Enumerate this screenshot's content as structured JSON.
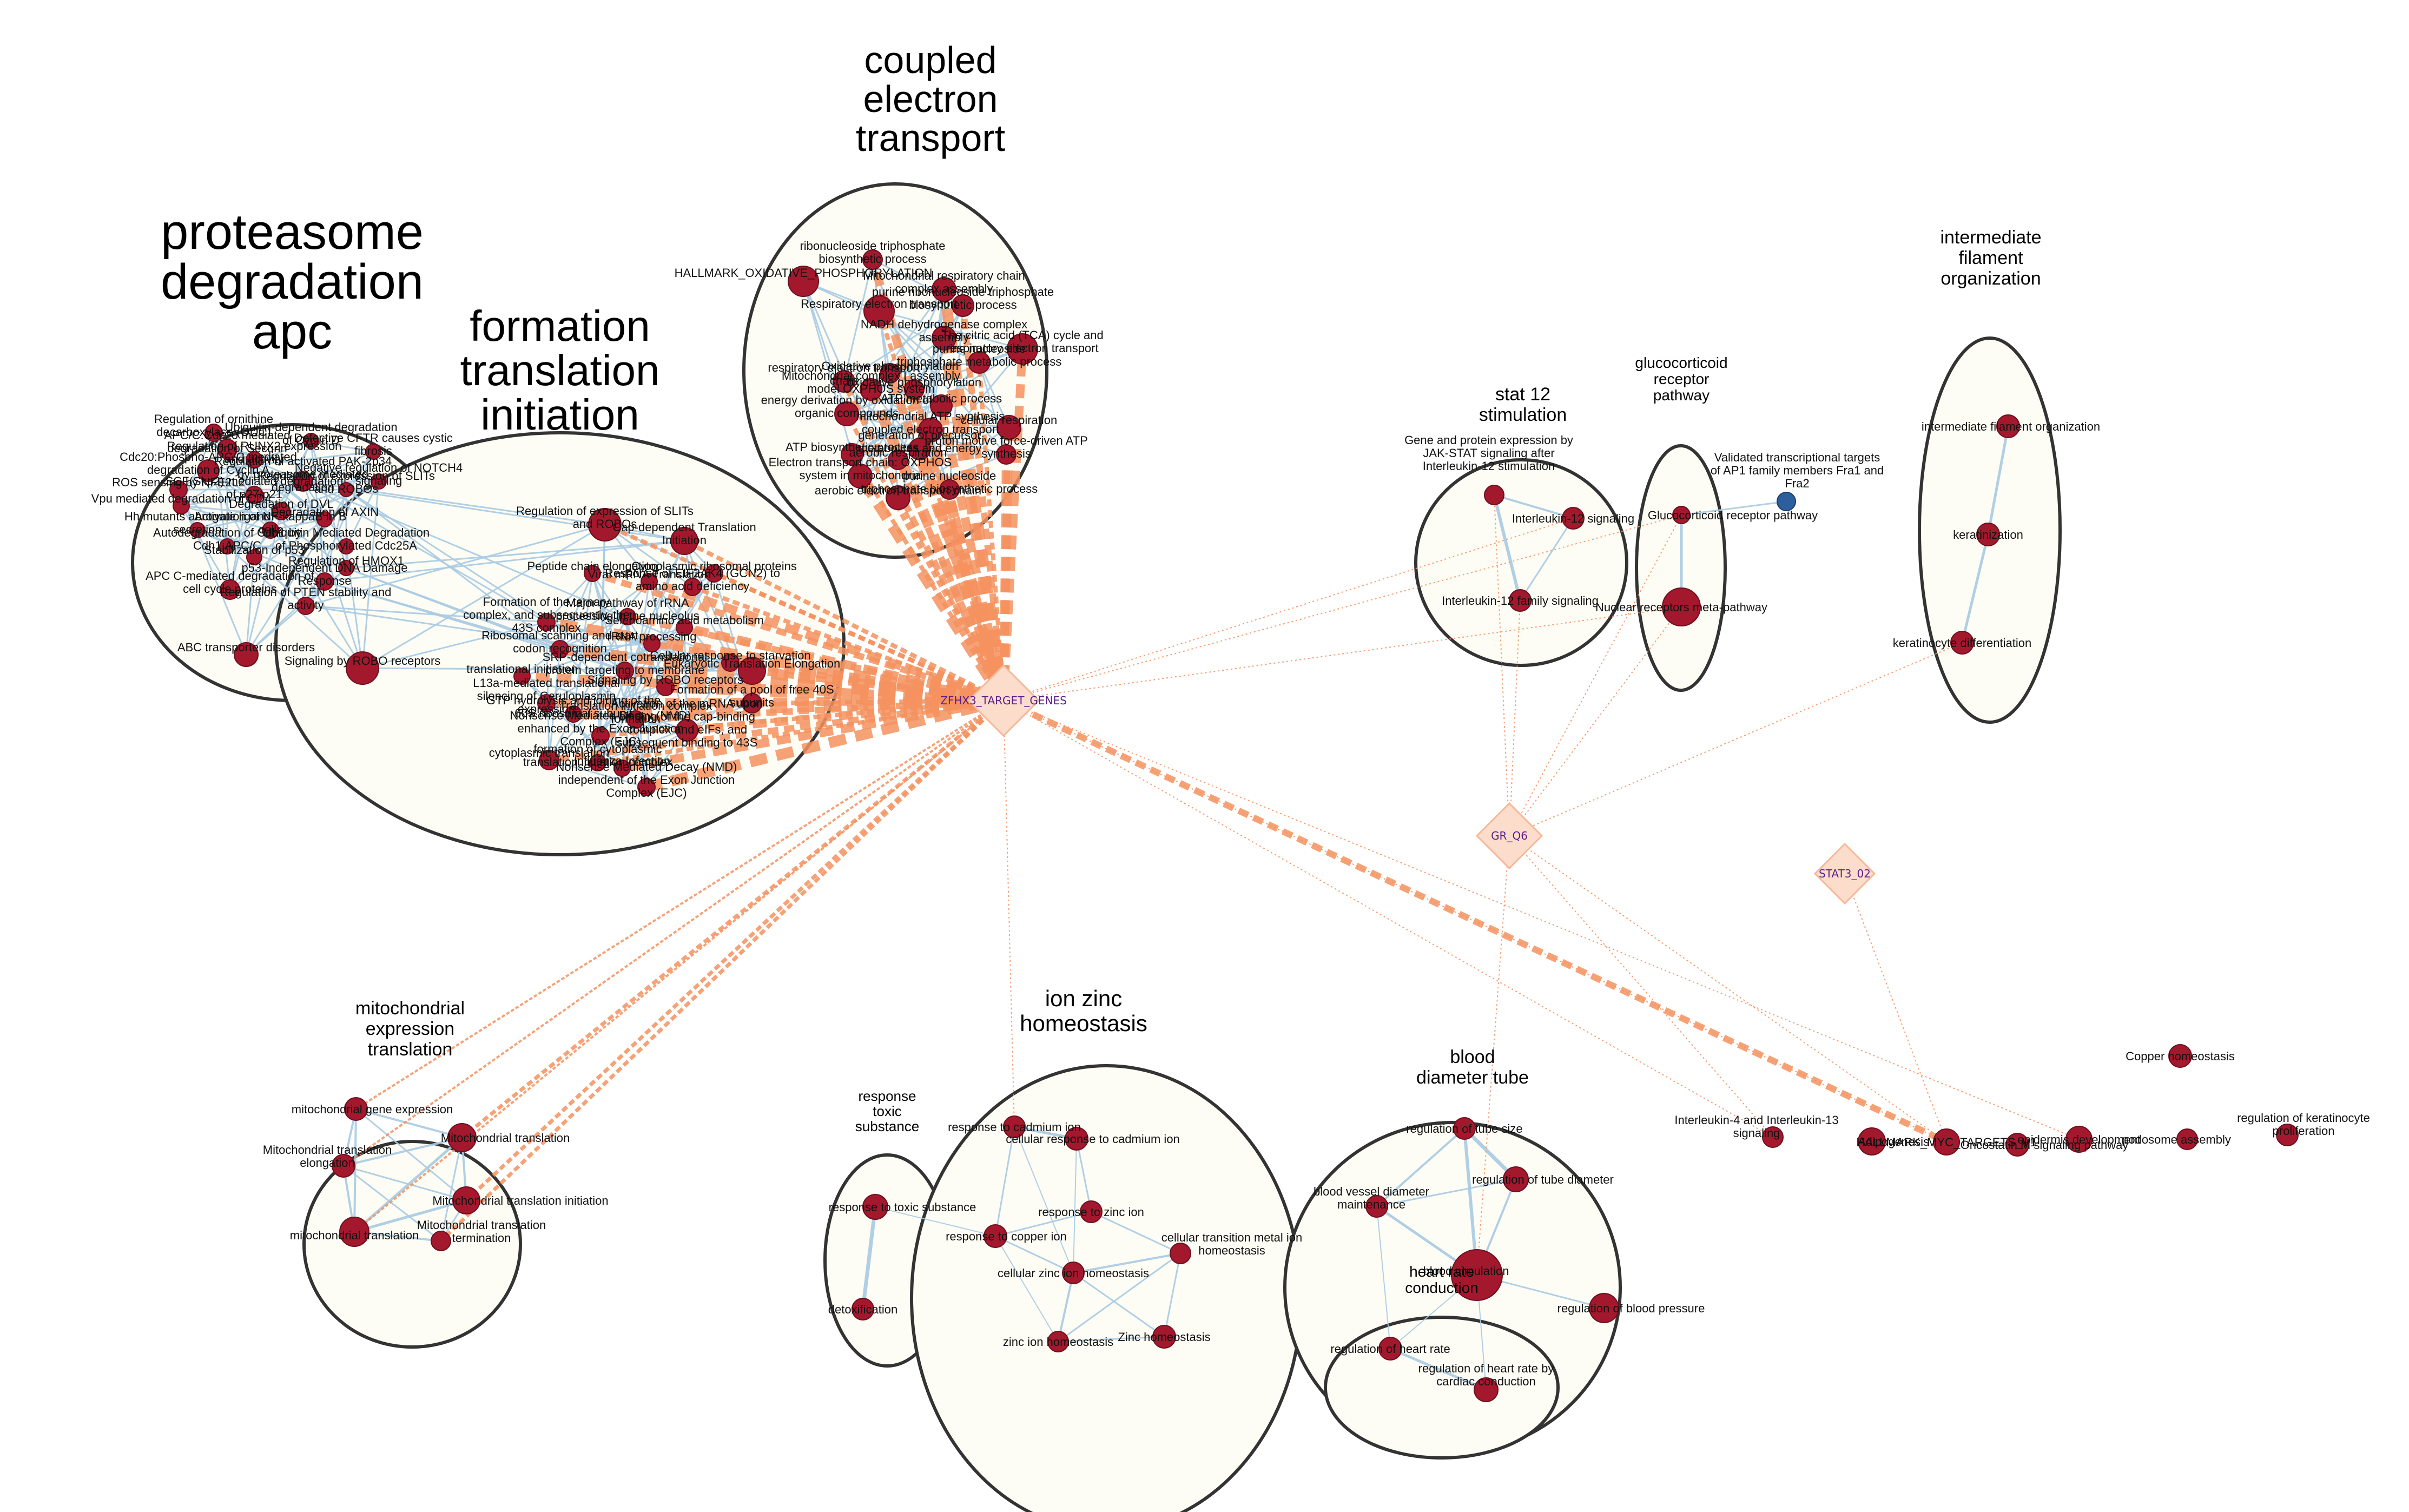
{
  "colors": {
    "term_node": "#a3182d",
    "term_node_alt": "#2d5f9e",
    "tf_node": "#fcdccb",
    "tf_edge": "#f4925f",
    "gene_edge": "#a9cbe3",
    "tf_label": "#5a1f8c"
  },
  "clusters": [
    {
      "id": "proteasome",
      "title_lines": [
        "proteasome",
        "degradation",
        "apc"
      ],
      "size": "xl"
    },
    {
      "id": "translation",
      "title_lines": [
        "formation",
        "translation",
        "initiation"
      ],
      "size": "large"
    },
    {
      "id": "electron",
      "title_lines": [
        "coupled",
        "electron",
        "transport"
      ],
      "size": "large"
    },
    {
      "id": "stat12",
      "title_lines": [
        "stat 12",
        "stimulation"
      ],
      "size": "medium"
    },
    {
      "id": "glucocorticoid",
      "title_lines": [
        "glucocorticoid",
        "receptor",
        "pathway"
      ],
      "size": "small"
    },
    {
      "id": "filament",
      "title_lines": [
        "intermediate",
        "filament",
        "organization"
      ],
      "size": "medium"
    },
    {
      "id": "mito",
      "title_lines": [
        "mitochondrial",
        "expression",
        "translation"
      ],
      "size": "medium"
    },
    {
      "id": "toxic",
      "title_lines": [
        "response",
        "toxic",
        "substance"
      ],
      "size": "small"
    },
    {
      "id": "zinc",
      "title_lines": [
        "ion zinc",
        "homeostasis"
      ],
      "size": "large"
    },
    {
      "id": "blood",
      "title_lines": [
        "blood",
        "diameter tube"
      ],
      "size": "medium"
    },
    {
      "id": "heart",
      "title_lines": [
        "heart rate",
        "conduction"
      ],
      "size": "small"
    }
  ],
  "transcription_factors": [
    {
      "id": "zfhx3",
      "label": "ZFHX3_TARGET_GENES"
    },
    {
      "id": "grq6",
      "label": "GR_Q6"
    },
    {
      "id": "stat3",
      "label": "STAT3_02"
    }
  ],
  "nodes": [
    {
      "id": "p1",
      "cluster": "proteasome",
      "lines": [
        "Regulation of ornithine",
        "decarboxylase (ODC)"
      ]
    },
    {
      "id": "p2",
      "cluster": "proteasome",
      "lines": [
        "Ubiquitin-dependent degradation",
        "of Cyclin D"
      ]
    },
    {
      "id": "p3",
      "cluster": "proteasome",
      "lines": [
        "APC/C:Cdc20 mediated",
        "degradation of Securin"
      ]
    },
    {
      "id": "p4",
      "cluster": "proteasome",
      "lines": [
        "Defective CFTR causes cystic",
        "fibrosis"
      ]
    },
    {
      "id": "p5",
      "cluster": "proteasome",
      "lines": [
        "Regulation of RUNX2 expression",
        "and activity"
      ]
    },
    {
      "id": "p6",
      "cluster": "proteasome",
      "lines": [
        "Cdc20:Phospho-APC/C mediated",
        "degradation of Cyclin A"
      ]
    },
    {
      "id": "p7",
      "cluster": "proteasome",
      "lines": [
        "Negative regulation of NOTCH4",
        "signaling"
      ]
    },
    {
      "id": "p8",
      "cluster": "proteasome",
      "lines": [
        "ROS sensing by NFE2L2"
      ]
    },
    {
      "id": "p9",
      "cluster": "proteasome",
      "lines": [
        "Vpu mediated degradation of CD4"
      ]
    },
    {
      "id": "p10",
      "cluster": "proteasome",
      "lines": [
        "Hh mutants abrogate ligand",
        "secretion"
      ]
    },
    {
      "id": "p11",
      "cluster": "proteasome",
      "lines": [
        "Autodegradation of Cdh1 by",
        "Cdh1:APC/C"
      ]
    },
    {
      "id": "p12",
      "cluster": "proteasome",
      "lines": [
        "Stabilization of p53"
      ]
    },
    {
      "id": "p13",
      "cluster": "proteasome",
      "lines": [
        "APC C-mediated degradation of",
        "cell cycle proteins"
      ]
    },
    {
      "id": "p14",
      "cluster": "proteasome",
      "lines": [
        "ABC transporter disorders"
      ]
    },
    {
      "id": "p15",
      "cluster": "proteasome",
      "lines": [
        "Regulation of activated PAK-2p34",
        "by proteasome mediated",
        "degradation"
      ]
    },
    {
      "id": "p16",
      "cluster": "proteasome",
      "lines": [
        "Degradation of DVL"
      ]
    },
    {
      "id": "p17",
      "cluster": "proteasome",
      "lines": [
        "Degradation of AXIN"
      ]
    },
    {
      "id": "p18",
      "cluster": "proteasome",
      "lines": [
        "Regulation of PTEN stability and",
        "activity"
      ]
    },
    {
      "id": "p19",
      "cluster": "proteasome",
      "lines": [
        "Ubiquitin Mediated Degradation",
        "of Phosphorylated Cdc25A"
      ]
    },
    {
      "id": "p20",
      "cluster": "proteasome",
      "lines": [
        "p53-Independent DNA Damage",
        "Response"
      ]
    },
    {
      "id": "p21",
      "cluster": "proteasome",
      "lines": [
        "Activation of NF-kappaB in B",
        "cells"
      ]
    },
    {
      "id": "p22",
      "cluster": "proteasome",
      "lines": [
        "Regulation of expression of SLITs",
        "and ROBOs"
      ]
    },
    {
      "id": "p23",
      "cluster": "proteasome",
      "lines": [
        "Signaling by ROBO receptors"
      ]
    },
    {
      "id": "p24",
      "cluster": "proteasome",
      "lines": [
        "Regulation of HMOX1"
      ]
    },
    {
      "id": "p25",
      "cluster": "proteasome",
      "lines": [
        "SCF(Skp2)-mediated degradation",
        "of p27/p21"
      ]
    },
    {
      "id": "t1",
      "cluster": "translation",
      "lines": [
        "Cap-dependent Translation",
        "Initiation"
      ]
    },
    {
      "id": "t2",
      "cluster": "translation",
      "lines": [
        "Peptide chain elongation"
      ]
    },
    {
      "id": "t3",
      "cluster": "translation",
      "lines": [
        "Viral mRNA Translation"
      ]
    },
    {
      "id": "t4",
      "cluster": "translation",
      "lines": [
        "Formation of the ternary",
        "complex, and subsequently, the",
        "43S complex"
      ]
    },
    {
      "id": "t5",
      "cluster": "translation",
      "lines": [
        "Response of EIF2AK4 (GCN2) to",
        "amino acid deficiency"
      ]
    },
    {
      "id": "t6",
      "cluster": "translation",
      "lines": [
        "Major pathway of rRNA",
        "processing in the nucleolus"
      ]
    },
    {
      "id": "t7",
      "cluster": "translation",
      "lines": [
        "Selenoamino acid metabolism"
      ]
    },
    {
      "id": "t8",
      "cluster": "translation",
      "lines": [
        "Ribosomal scanning and start",
        "codon recognition"
      ]
    },
    {
      "id": "t9",
      "cluster": "translation",
      "lines": [
        "Regulation of expression of SLITs",
        "and ROBOs"
      ]
    },
    {
      "id": "t10",
      "cluster": "translation",
      "lines": [
        "Eukaryotic Translation Elongation"
      ]
    },
    {
      "id": "t11",
      "cluster": "translation",
      "lines": [
        "L13a-mediated translational",
        "silencing of Ceruloplasmin",
        "expression"
      ]
    },
    {
      "id": "t12",
      "cluster": "translation",
      "lines": [
        "GTP hydrolysis and joining of the",
        "60S ribosomal subunit"
      ]
    },
    {
      "id": "t13",
      "cluster": "translation",
      "lines": [
        "Nonsense Mediated Decay (NMD)",
        "enhanced by the Exon Junction",
        "Complex (EJC)"
      ]
    },
    {
      "id": "t14",
      "cluster": "translation",
      "lines": [
        "cytoplasmic translation"
      ]
    },
    {
      "id": "t15",
      "cluster": "translation",
      "lines": [
        "Influenza Infection"
      ]
    },
    {
      "id": "t16",
      "cluster": "translation",
      "lines": [
        "Nonsense Mediated Decay (NMD)",
        "independent of the Exon Junction",
        "Complex (EJC)"
      ]
    },
    {
      "id": "t17",
      "cluster": "translation",
      "lines": [
        "formation of cytoplasmic",
        "translation initiation complex"
      ]
    },
    {
      "id": "t18",
      "cluster": "translation",
      "lines": [
        "Translation initiation complex",
        "formation"
      ]
    },
    {
      "id": "t19",
      "cluster": "translation",
      "lines": [
        "Activation of the mRNA upon",
        "binding of the cap-binding",
        "complex and eIFs, and",
        "subsequent binding to 43S"
      ]
    },
    {
      "id": "t20",
      "cluster": "translation",
      "lines": [
        "SRP-dependent cotranslational",
        "protein targeting to membrane"
      ]
    },
    {
      "id": "t21",
      "cluster": "translation",
      "lines": [
        "Formation of a pool of free 40S",
        "subunits"
      ]
    },
    {
      "id": "t22",
      "cluster": "translation",
      "lines": [
        "Cellular response to starvation"
      ]
    },
    {
      "id": "t23",
      "cluster": "translation",
      "lines": [
        "translational initiation"
      ]
    },
    {
      "id": "t24",
      "cluster": "translation",
      "lines": [
        "Signaling by ROBO receptors"
      ]
    },
    {
      "id": "t25",
      "cluster": "translation",
      "lines": [
        "Cytoplasmic ribosomal proteins"
      ]
    },
    {
      "id": "t26",
      "cluster": "translation",
      "lines": [
        "rRNA processing"
      ]
    },
    {
      "id": "e1",
      "cluster": "electron",
      "lines": [
        "ribonucleoside triphosphate",
        "biosynthetic process"
      ]
    },
    {
      "id": "e2",
      "cluster": "electron",
      "lines": [
        "HALLMARK_OXIDATIVE_PHOSPHORYLATION"
      ]
    },
    {
      "id": "e3",
      "cluster": "electron",
      "lines": [
        "Mitochondrial respiratory chain",
        "complex assembly"
      ]
    },
    {
      "id": "e4",
      "cluster": "electron",
      "lines": [
        "Respiratory electron transport"
      ]
    },
    {
      "id": "e5",
      "cluster": "electron",
      "lines": [
        "purine ribonucleoside triphosphate",
        "biosynthetic process"
      ]
    },
    {
      "id": "e6",
      "cluster": "electron",
      "lines": [
        "The citric acid (TCA) cycle and",
        "respiratory electron transport"
      ]
    },
    {
      "id": "e7",
      "cluster": "electron",
      "lines": [
        "NADH dehydrogenase complex",
        "assembly"
      ]
    },
    {
      "id": "e8",
      "cluster": "electron",
      "lines": [
        "purine nucleoside",
        "triphosphate metabolic process"
      ]
    },
    {
      "id": "e9",
      "cluster": "electron",
      "lines": [
        "respiratory electron transport",
        "chain"
      ]
    },
    {
      "id": "e10",
      "cluster": "electron",
      "lines": [
        "Oxidative phosphorylation"
      ]
    },
    {
      "id": "e11",
      "cluster": "electron",
      "lines": [
        "Mitochondrial complex I assembly",
        "model OXPHOS system"
      ]
    },
    {
      "id": "e12",
      "cluster": "electron",
      "lines": [
        "energy derivation by oxidation of",
        "organic compounds"
      ]
    },
    {
      "id": "e13",
      "cluster": "electron",
      "lines": [
        "oxidative phosphorylation"
      ]
    },
    {
      "id": "e14",
      "cluster": "electron",
      "lines": [
        "ATP metabolic process"
      ]
    },
    {
      "id": "e15",
      "cluster": "electron",
      "lines": [
        "mitochondrial ATP synthesis",
        "coupled electron transport"
      ]
    },
    {
      "id": "e16",
      "cluster": "electron",
      "lines": [
        "ATP biosynthetic process"
      ]
    },
    {
      "id": "e17",
      "cluster": "electron",
      "lines": [
        "aerobic respiration"
      ]
    },
    {
      "id": "e18",
      "cluster": "electron",
      "lines": [
        "proton motive force-driven ATP",
        "synthesis"
      ]
    },
    {
      "id": "e19",
      "cluster": "electron",
      "lines": [
        "Electron transport chain: OXPHOS",
        "system in mitochondria"
      ]
    },
    {
      "id": "e20",
      "cluster": "electron",
      "lines": [
        "aerobic electron transport chain"
      ]
    },
    {
      "id": "e21",
      "cluster": "electron",
      "lines": [
        "purine nucleoside",
        "triphosphate biosynthetic process"
      ]
    },
    {
      "id": "e22",
      "cluster": "electron",
      "lines": [
        "cellular respiration"
      ]
    },
    {
      "id": "e23",
      "cluster": "electron",
      "lines": [
        "generation of precursor",
        "metabolites and energy"
      ]
    },
    {
      "id": "s1",
      "cluster": "stat12",
      "lines": [
        "Gene and protein expression by",
        "JAK-STAT signaling after",
        "Interleukin-12 stimulation"
      ]
    },
    {
      "id": "s2",
      "cluster": "stat12",
      "lines": [
        "Interleukin-12 signaling"
      ]
    },
    {
      "id": "s3",
      "cluster": "stat12",
      "lines": [
        "Interleukin-12 family signaling"
      ]
    },
    {
      "id": "g1",
      "cluster": "glucocorticoid",
      "lines": [
        "Glucocorticoid receptor pathway"
      ]
    },
    {
      "id": "g2",
      "cluster": "glucocorticoid",
      "lines": [
        "Nuclear receptors meta-pathway"
      ]
    },
    {
      "id": "g3",
      "cluster": "glucocorticoid",
      "lines": [
        "Validated transcriptional targets",
        "of AP1 family members Fra1 and",
        "Fra2"
      ],
      "color": "alt"
    },
    {
      "id": "f1",
      "cluster": "filament",
      "lines": [
        "intermediate filament organization"
      ]
    },
    {
      "id": "f2",
      "cluster": "filament",
      "lines": [
        "keratinization"
      ]
    },
    {
      "id": "f3",
      "cluster": "filament",
      "lines": [
        "keratinocyte differentiation"
      ]
    },
    {
      "id": "m1",
      "cluster": "mito",
      "lines": [
        "mitochondrial gene expression"
      ]
    },
    {
      "id": "m2",
      "cluster": "mito",
      "lines": [
        "Mitochondrial translation"
      ]
    },
    {
      "id": "m3",
      "cluster": "mito",
      "lines": [
        "Mitochondrial translation",
        "elongation"
      ]
    },
    {
      "id": "m4",
      "cluster": "mito",
      "lines": [
        "Mitochondrial translation initiation"
      ]
    },
    {
      "id": "m5",
      "cluster": "mito",
      "lines": [
        "mitochondrial translation"
      ]
    },
    {
      "id": "m6",
      "cluster": "mito",
      "lines": [
        "Mitochondrial translation",
        "termination"
      ]
    },
    {
      "id": "x1",
      "cluster": "toxic",
      "lines": [
        "response to toxic substance"
      ]
    },
    {
      "id": "x2",
      "cluster": "toxic",
      "lines": [
        "detoxification"
      ]
    },
    {
      "id": "z1",
      "cluster": "zinc",
      "lines": [
        "response to cadmium ion"
      ]
    },
    {
      "id": "z2",
      "cluster": "zinc",
      "lines": [
        "cellular response to cadmium ion"
      ]
    },
    {
      "id": "z3",
      "cluster": "zinc",
      "lines": [
        "response to zinc ion"
      ]
    },
    {
      "id": "z4",
      "cluster": "zinc",
      "lines": [
        "response to copper ion"
      ]
    },
    {
      "id": "z5",
      "cluster": "zinc",
      "lines": [
        "cellular transition metal ion",
        "homeostasis"
      ]
    },
    {
      "id": "z6",
      "cluster": "zinc",
      "lines": [
        "cellular zinc ion homeostasis"
      ]
    },
    {
      "id": "z7",
      "cluster": "zinc",
      "lines": [
        "zinc ion homeostasis"
      ]
    },
    {
      "id": "z8",
      "cluster": "zinc",
      "lines": [
        "Zinc homeostasis"
      ]
    },
    {
      "id": "b1",
      "cluster": "blood",
      "lines": [
        "regulation of tube size"
      ]
    },
    {
      "id": "b2",
      "cluster": "blood",
      "lines": [
        "regulation of tube diameter"
      ]
    },
    {
      "id": "b3",
      "cluster": "blood",
      "lines": [
        "blood vessel diameter",
        "maintenance"
      ]
    },
    {
      "id": "b4",
      "cluster": "blood",
      "lines": [
        "blood circulation"
      ]
    },
    {
      "id": "b5",
      "cluster": "blood",
      "lines": [
        "regulation of blood pressure"
      ]
    },
    {
      "id": "h1",
      "cluster": "heart",
      "lines": [
        "regulation of heart rate"
      ]
    },
    {
      "id": "h2",
      "cluster": "heart",
      "lines": [
        "regulation of heart rate by",
        "cardiac conduction"
      ]
    },
    {
      "id": "o1",
      "cluster": "",
      "lines": [
        "Copper homeostasis"
      ]
    },
    {
      "id": "o2",
      "cluster": "",
      "lines": [
        "Interleukin-4 and Interleukin-13",
        "signaling"
      ]
    },
    {
      "id": "o3",
      "cluster": "",
      "lines": [
        "Adipogenesis"
      ]
    },
    {
      "id": "o4",
      "cluster": "",
      "lines": [
        "HALLMARK_MYC_TARGETS_V1"
      ]
    },
    {
      "id": "o5",
      "cluster": "",
      "lines": [
        "Oncostatin M signaling pathway"
      ]
    },
    {
      "id": "o6",
      "cluster": "",
      "lines": [
        "epidermis development"
      ]
    },
    {
      "id": "o7",
      "cluster": "",
      "lines": [
        "podosome assembly"
      ]
    },
    {
      "id": "o8",
      "cluster": "",
      "lines": [
        "regulation of keratinocyte",
        "proliferation"
      ]
    }
  ]
}
